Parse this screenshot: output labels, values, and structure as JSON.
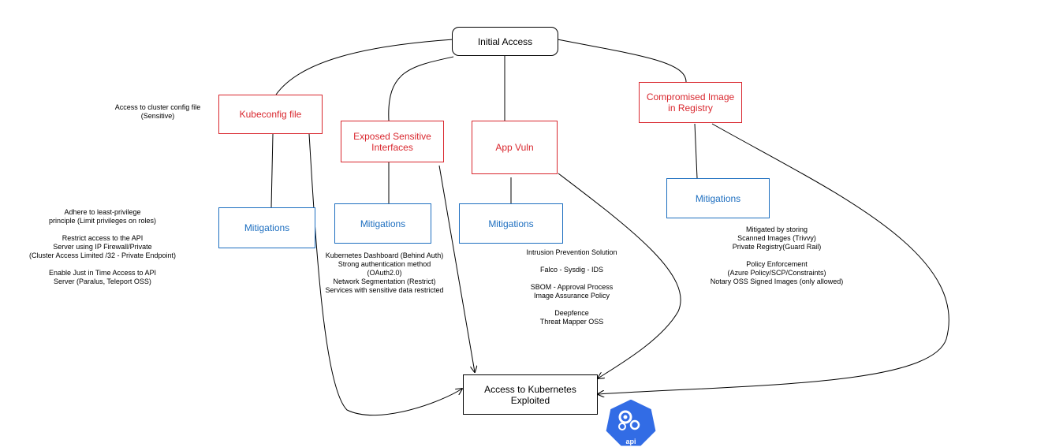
{
  "nodes": {
    "initial_access": "Initial Access",
    "kubeconfig": "Kubeconfig file",
    "exposed_interfaces": [
      "Exposed Sensitive",
      "Interfaces"
    ],
    "app_vuln": "App Vuln",
    "compromised_image": [
      "Compromised Image",
      "in Registry"
    ],
    "mitigations_label": "Mitigations",
    "access_exploited": [
      "Access to Kubernetes",
      "Exploited"
    ]
  },
  "notes": {
    "cluster_config": [
      "Access to cluster config file",
      "(Sensitive)"
    ],
    "kubeconfig_mitigations": [
      "Adhere to least-privilege",
      "principle (Limit privileges on roles)",
      "",
      "Restrict access to the API",
      "Server using IP Firewall/Private",
      "(Cluster Access Limited /32 - Private Endpoint)",
      "",
      "Enable Just in Time Access to API",
      "Server (Paralus, Teleport OSS)"
    ],
    "interfaces_mitigations": [
      "Kubernetes Dashboard (Behind Auth)",
      "Strong authentication method",
      "(OAuth2.0)",
      "Network Segmentation (Restrict)",
      "Services with sensitive data restricted"
    ],
    "app_mitigations": [
      "Intrusion Prevention Solution",
      "",
      "Falco - Sysdig - IDS",
      "",
      "SBOM - Approval Process",
      "Image Assurance Policy",
      "",
      "Deepfence",
      "Threat Mapper OSS"
    ],
    "registry_mitigations": [
      "Mitigated by storing",
      "Scanned Images (Trivvy)",
      "Private Registry(Guard Rail)",
      "",
      "Policy Enforcement",
      "(Azure Policy/SCP/Constraints)",
      "Notary OSS Signed Images (only allowed)"
    ]
  },
  "badge": {
    "label": "api",
    "icon": "kubernetes-api-icon",
    "color": "#326ce5"
  },
  "colors": {
    "threat": "#d9272e",
    "mitigation": "#1e6fc0",
    "line": "#000000"
  }
}
